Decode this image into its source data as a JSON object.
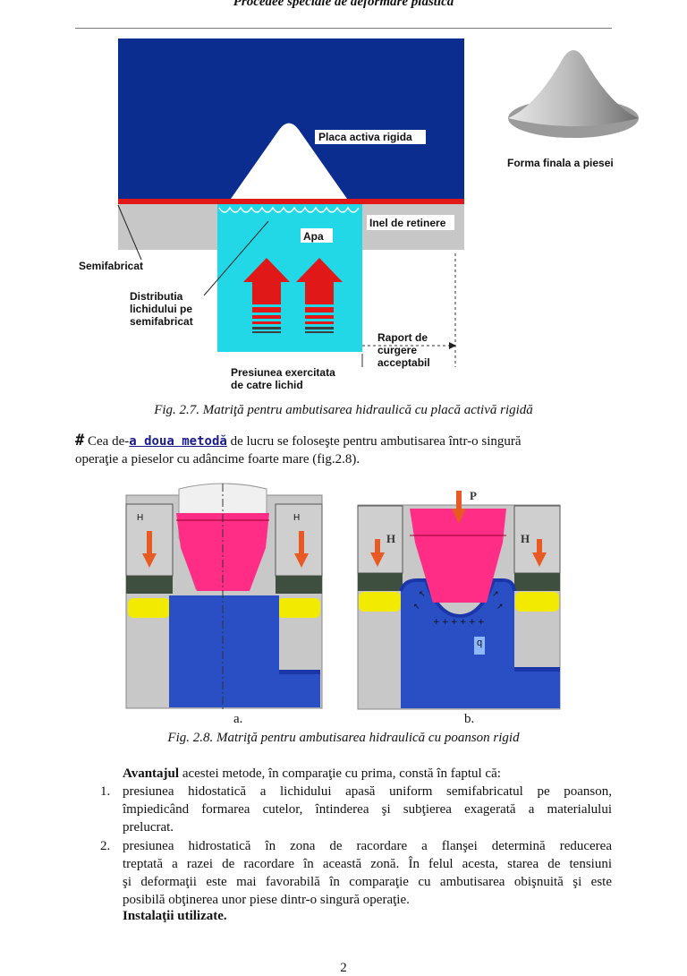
{
  "header": {
    "title": "Procedee speciale de deformare plastică"
  },
  "figure1": {
    "labels": {
      "placa": "Placa activa rigida",
      "forma": "Forma finala a piesei",
      "inel": "Inel de retinere",
      "apa": "Apa",
      "semifabricat": "Semifabricat",
      "distributia": [
        "Distributia",
        "lichidului pe",
        "semifabricat"
      ],
      "raport": [
        "Raport de",
        "curgere",
        "acceptabil"
      ],
      "presiunea": [
        "Presiunea exercitata",
        "de catre lichid"
      ]
    },
    "caption": "Fig. 2.7. Matriţă pentru ambutisarea hidraulică cu placă activă rigidă"
  },
  "paragraph1": {
    "hash": "#",
    "before": "Cea de-",
    "link": "a doua metodă",
    "after_line1": " de lucru se foloseşte pentru ambutisarea într-o singură",
    "line2": "operaţie a pieselor cu adâncime foarte mare (fig.2.8)."
  },
  "figure2": {
    "left_label": "a.",
    "right_label": "b.",
    "h_label": "H",
    "p_label": "P",
    "q_label": "q",
    "caption": "Fig. 2.8. Matriţă pentru ambutisarea hidraulică cu poanson rigid"
  },
  "advantages": {
    "intro_bold": "Avantajul",
    "intro_rest": " acestei metode, în comparaţie cu prima, constă în faptul că:",
    "items": [
      {
        "num": "1.",
        "lines": [
          "presiunea hidostatică a lichidului apasă uniform semifabricatul pe poanson,",
          "împiedicând formarea cutelor, întinderea şi subţierea exagerată a materialului",
          "prelucrat."
        ]
      },
      {
        "num": "2.",
        "lines": [
          "presiunea hidrostatică în zona de racordare a flanşei determină reducerea",
          "treptată a razei de racordare în această zonă. În felul acesta, starea de tensiuni",
          "şi deformaţii este mai favorabilă în comparaţie cu ambutisarea obişnuită şi este",
          "posibilă obţinerea unor piese dintr-o singură operaţie."
        ]
      }
    ],
    "installations": "Instalaţii utilizate."
  },
  "footer": {
    "page": "2"
  }
}
